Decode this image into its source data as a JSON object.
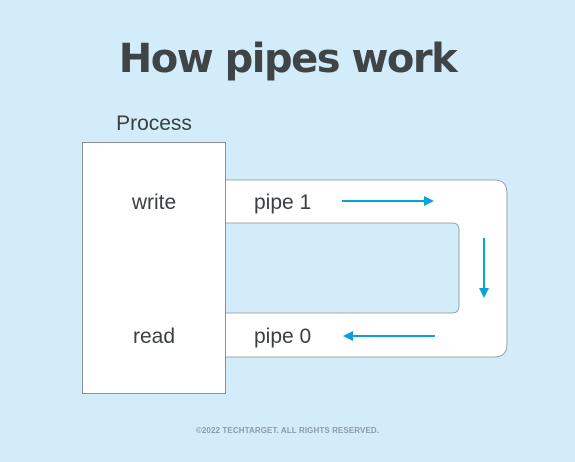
{
  "title": "How pipes work",
  "process": {
    "label": "Process",
    "write_label": "write",
    "read_label": "read"
  },
  "pipes": {
    "pipe1_label": "pipe 1",
    "pipe0_label": "pipe 0"
  },
  "colors": {
    "background": "#d3ecf9",
    "arrow": "#0aa0dc",
    "box_fill": "#ffffff",
    "text": "#3a3f42"
  },
  "footer": "©2022 TECHTARGET. ALL RIGHTS RESERVED."
}
